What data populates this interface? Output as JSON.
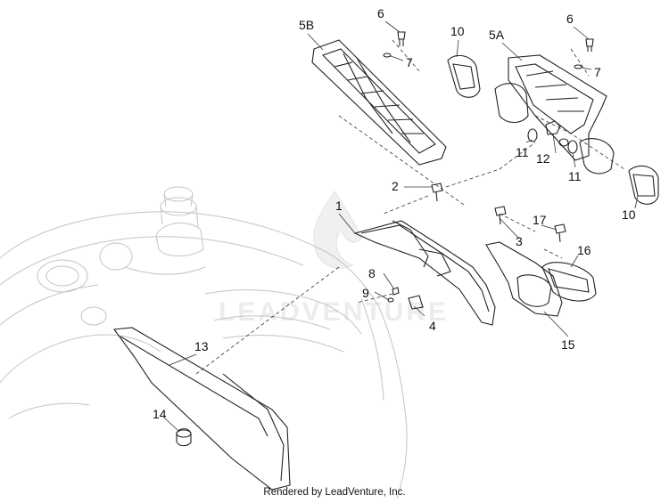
{
  "watermark": {
    "text": "LEADVENTURE"
  },
  "footer": {
    "credit": "Rendered by LeadVenture, Inc."
  },
  "callouts": {
    "c1": "1",
    "c2": "2",
    "c3": "3",
    "c4": "4",
    "c5a": "5A",
    "c5b": "5B",
    "c6_left": "6",
    "c6_right": "6",
    "c7_left": "7",
    "c7_right": "7",
    "c8": "8",
    "c9": "9",
    "c10_top": "10",
    "c10_right": "10",
    "c11_left": "11",
    "c11_right": "11",
    "c12": "12",
    "c13": "13",
    "c14": "14",
    "c15": "15",
    "c16": "16",
    "c17": "17"
  }
}
